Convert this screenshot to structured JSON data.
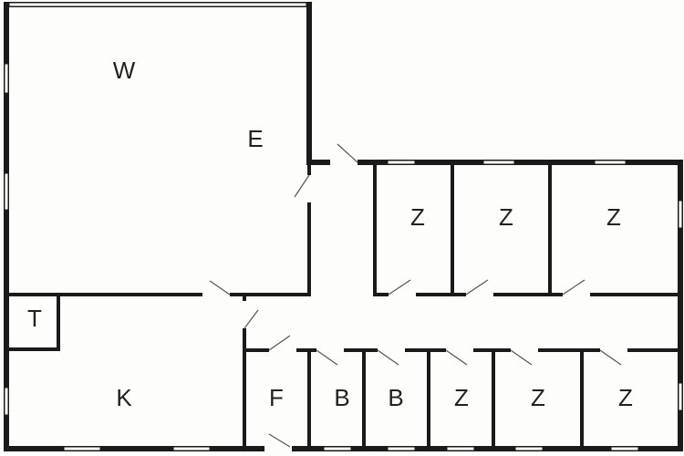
{
  "plan": {
    "rooms": [
      {
        "label": "W"
      },
      {
        "label": "E"
      },
      {
        "label": "Z"
      },
      {
        "label": "Z"
      },
      {
        "label": "Z"
      },
      {
        "label": "T"
      },
      {
        "label": "K"
      },
      {
        "label": "F"
      },
      {
        "label": "B"
      },
      {
        "label": "B"
      },
      {
        "label": "Z"
      },
      {
        "label": "Z"
      },
      {
        "label": "Z"
      }
    ]
  }
}
